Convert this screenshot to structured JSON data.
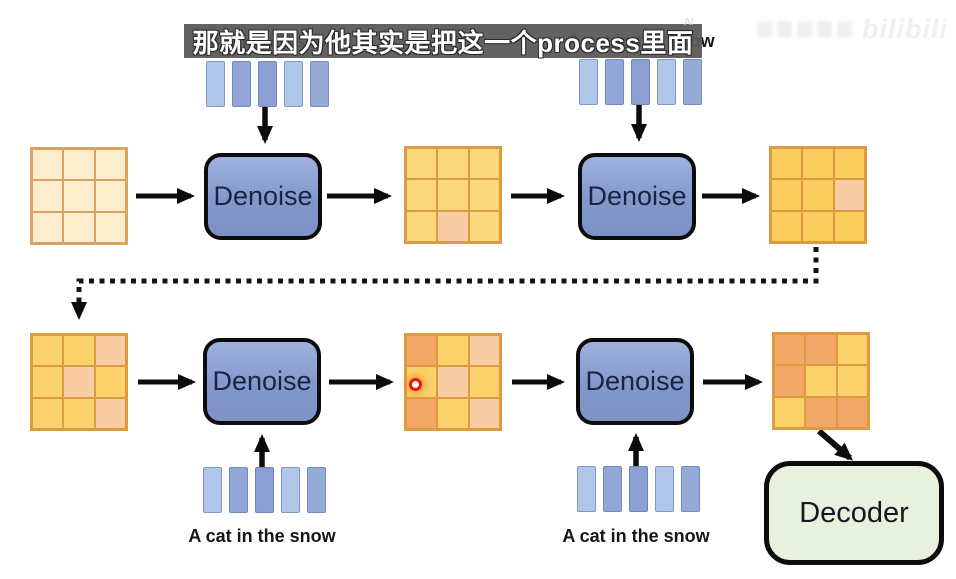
{
  "subtitle": {
    "text": "那就是因为他其实是把这一个process里面",
    "ai_badge": "AI"
  },
  "watermark": {
    "logo": "bilibili"
  },
  "diagram": {
    "denoise_label": "Denoise",
    "decoder_label": "Decoder",
    "prompt_caption": "A cat in the snow",
    "palette": {
      "cream": "#fcedcd",
      "yellowLight": "#fcd87c",
      "amber": "#fbcc5e",
      "yellow": "#fbd169",
      "peach": "#f8cda4",
      "orange": "#f1a765"
    },
    "grids": {
      "top1": [
        "cream",
        "cream",
        "cream",
        "cream",
        "cream",
        "cream",
        "cream",
        "cream",
        "cream"
      ],
      "top2": [
        "yellowLight",
        "yellowLight",
        "yellowLight",
        "yellowLight",
        "yellowLight",
        "yellowLight",
        "yellowLight",
        "peach",
        "yellowLight"
      ],
      "top3": [
        "amber",
        "amber",
        "amber",
        "amber",
        "amber",
        "peach",
        "amber",
        "amber",
        "amber"
      ],
      "bottom1": [
        "yellow",
        "yellow",
        "peach",
        "yellow",
        "peach",
        "yellow",
        "yellow",
        "yellow",
        "peach"
      ],
      "bottom2": [
        "orange",
        "yellow",
        "peach",
        "yellow",
        "peach",
        "yellow",
        "orange",
        "yellow",
        "peach"
      ],
      "bottom3": [
        "orange",
        "orange",
        "yellow",
        "orange",
        "yellow",
        "yellow",
        "yellow",
        "orange",
        "orange"
      ]
    },
    "bars": {
      "colors": [
        "#b0c7eb",
        "#91a6d7",
        "#8b9fd3",
        "#b0c7eb",
        "#97abd9"
      ]
    }
  }
}
